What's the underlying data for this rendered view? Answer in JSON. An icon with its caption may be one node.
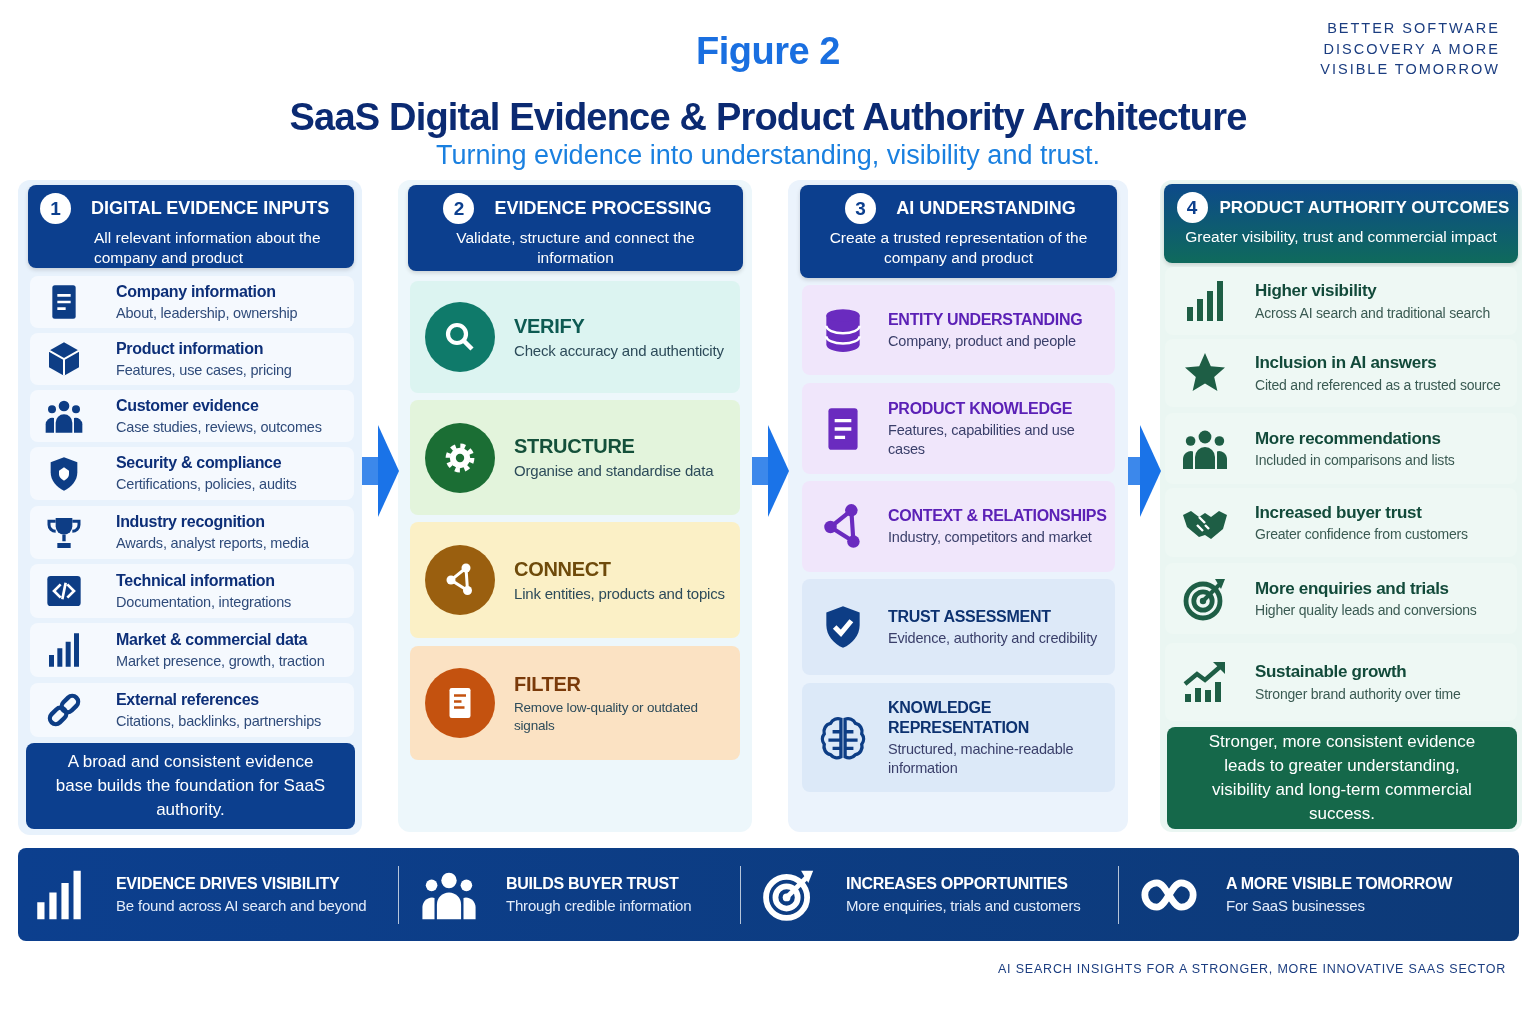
{
  "diagram": {
    "title": "SaaS Digital Evidence & Product Authority Architecture",
    "nodes": [
      {
        "text": [],
        "shape": "box"
      },
      {
        "text": [
          "1",
          "DIGITAL EVIDENCE INPUTS",
          "All relevant information about the company and product"
        ],
        "in": 0
      },
      {
        "text": [
          "Company information",
          "About, leadership, ownership"
        ],
        "in": 0
      },
      {
        "text": [
          "Product information",
          "Features, use cases, pricing"
        ],
        "in": 0
      },
      {
        "text": [
          "Customer evidence",
          "Case studies, reviews, outcomes"
        ],
        "in": 0
      },
      {
        "text": [
          "Security & compliance",
          "Certifications, policies, audits"
        ],
        "in": 0
      },
      {
        "text": [
          "Industry recognition",
          "Awards, analyst reports, media"
        ],
        "in": 0
      },
      {
        "text": [
          "Technical information",
          "Documentation, integrations"
        ],
        "in": 0
      },
      {
        "text": [
          "Market & commercial data",
          "Market presence, growth, traction"
        ],
        "in": 0
      },
      {
        "text": [
          "External references",
          "Citations, backlinks, partnerships"
        ],
        "in": 0
      },
      {
        "text": [
          "A broad and consistent evidence base builds the foundation for SaaS authority."
        ],
        "in": 0
      },
      {
        "text": [],
        "shape": "box"
      },
      {
        "text": [
          "2",
          "EVIDENCE PROCESSING",
          "Validate, structure and connect the information"
        ],
        "in": 11
      },
      {
        "text": [
          "VERIFY",
          "Check accuracy and authenticity"
        ],
        "in": 11
      },
      {
        "text": [
          "STRUCTURE",
          "Organise and standardise data"
        ],
        "in": 11
      },
      {
        "text": [
          "CONNECT",
          "Link entities, products and topics"
        ],
        "in": 11
      },
      {
        "text": [
          "FILTER",
          "Remove low-quality or outdated signals"
        ],
        "in": 11
      },
      {
        "text": [],
        "shape": "box"
      },
      {
        "text": [
          "3",
          "AI UNDERSTANDING",
          "Create a trusted representation of the company and product"
        ],
        "in": 17
      },
      {
        "text": [
          "ENTITY UNDERSTANDING",
          "Company, product and people"
        ],
        "in": 17
      },
      {
        "text": [
          "PRODUCT KNOWLEDGE",
          "Features, capabilities and use cases"
        ],
        "in": 17
      },
      {
        "text": [
          "CONTEXT & RELATIONSHIPS",
          "Industry, competitors and market"
        ],
        "in": 17
      },
      {
        "text": [
          "TRUST ASSESSMENT",
          "Evidence, authority and credibility"
        ],
        "in": 17
      },
      {
        "text": [
          "KNOWLEDGE REPRESENTATION",
          "Structured, machine-readable information"
        ],
        "in": 17
      },
      {
        "text": [],
        "shape": "box"
      },
      {
        "text": [
          "4",
          "PRODUCT AUTHORITY OUTCOMES",
          "Greater visibility, trust and commercial impact"
        ],
        "in": 24
      },
      {
        "text": [
          "Higher visibility",
          "Across AI search and traditional search"
        ],
        "in": 24
      },
      {
        "text": [
          "Inclusion in AI answers",
          "Cited and referenced as a trusted source"
        ],
        "in": 24
      },
      {
        "text": [
          "More recommendations",
          "Included in comparisons and lists"
        ],
        "in": 24
      },
      {
        "text": [
          "Increased buyer trust",
          "Greater confidence from customers"
        ],
        "in": 24
      },
      {
        "text": [
          "More enquiries and trials",
          "Higher quality leads and conversions"
        ],
        "in": 24
      },
      {
        "text": [
          "Sustainable growth",
          "Stronger brand authority over time"
        ],
        "in": 24
      },
      {
        "text": [
          "Stronger, more consistent evidence leads to greater understanding, visibility and long-term commercial success."
        ],
        "in": 24
      },
      {
        "text": [],
        "shape": "bar"
      },
      {
        "text": [
          "EVIDENCE DRIVES VISIBILITY",
          "Be found across AI search and beyond"
        ],
        "in": 33
      },
      {
        "text": [
          "BUILDS BUYER TRUST",
          "Through credible information"
        ],
        "in": 33
      },
      {
        "text": [
          "INCREASES OPPORTUNITIES",
          "More enquiries, trials and customers"
        ],
        "in": 33
      },
      {
        "text": [
          "A MORE VISIBLE TOMORROW",
          "For SaaS businesses"
        ],
        "in": 33
      }
    ],
    "edges": [
      {
        "from": 0,
        "to": 11,
        "arrow": "to"
      },
      {
        "from": 11,
        "to": 17,
        "arrow": "to"
      },
      {
        "from": 17,
        "to": 24,
        "arrow": "to"
      }
    ],
    "labels": [
      "Figure 2",
      "BETTER SOFTWARE DISCOVERY A MORE VISIBLE TOMORROW",
      "Turning evidence into understanding, visibility and trust.",
      "AI SEARCH INSIGHTS FOR A STRONGER, MORE INNOVATIVE SAAS SECTOR"
    ]
  }
}
